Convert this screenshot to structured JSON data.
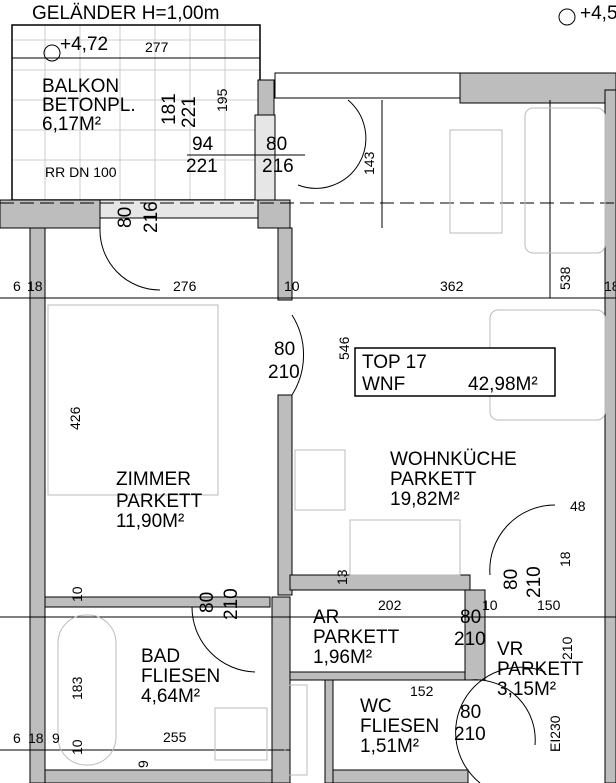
{
  "balcony": {
    "railing": "GELÄNDER H=1,00m",
    "level": "+4,72",
    "level_right": "+4,5",
    "name": "BALKON",
    "floor": "BETONPL.",
    "area": "6,17M²",
    "drain": "RR DN 100"
  },
  "unit": {
    "name": "TOP 17",
    "label": "WNF",
    "area": "42,98M²"
  },
  "rooms": [
    {
      "name": "ZIMMER",
      "floor": "PARKETT",
      "area": "11,90M²"
    },
    {
      "name": "WOHNKÜCHE",
      "floor": "PARKETT",
      "area": "19,82M²"
    },
    {
      "name": "AR",
      "floor": "PARKETT",
      "area": "1,96M²"
    },
    {
      "name": "BAD",
      "floor": "FLIESEN",
      "area": "4,64M²"
    },
    {
      "name": "WC",
      "floor": "FLIESEN",
      "area": "1,51M²"
    },
    {
      "name": "VR",
      "floor": "PARKETT",
      "area": "3,15M²"
    }
  ],
  "dimensions": {
    "balcony_width": "277",
    "balcony_181": "181",
    "balcony_221": "221",
    "balcony_195": "195",
    "win1_w": "94",
    "win1_h": "221",
    "door_balc_w": "80",
    "door_balc_h": "216",
    "door2_w": "80",
    "door2_h": "216",
    "d143": "143",
    "zimmer_w": "276",
    "wall_10": "10",
    "wohn_w": "362",
    "d538": "538",
    "d6": "6",
    "d18": "18",
    "d18r": "18",
    "d426": "426",
    "d546": "546",
    "door_zimmer_w": "80",
    "door_zimmer_h": "210",
    "d48": "48",
    "d13": "13",
    "ar_w": "202",
    "d10b": "10",
    "vr_w": "150",
    "door_ar_w": "80",
    "door_ar_h": "210",
    "door_wohn_w": "80",
    "door_wohn_h": "210",
    "d18b": "18",
    "d210v": "210",
    "door_bad_w": "80",
    "door_bad_h": "210",
    "bad_10a": "10",
    "bad_183": "183",
    "bad_10b": "10",
    "bad_255": "255",
    "bad_9": "9",
    "left_6": "6",
    "left_18": "18",
    "left_9": "9",
    "wc_152": "152",
    "door_wc_w": "80",
    "door_wc_h": "210",
    "fire_rating": "EI230"
  }
}
